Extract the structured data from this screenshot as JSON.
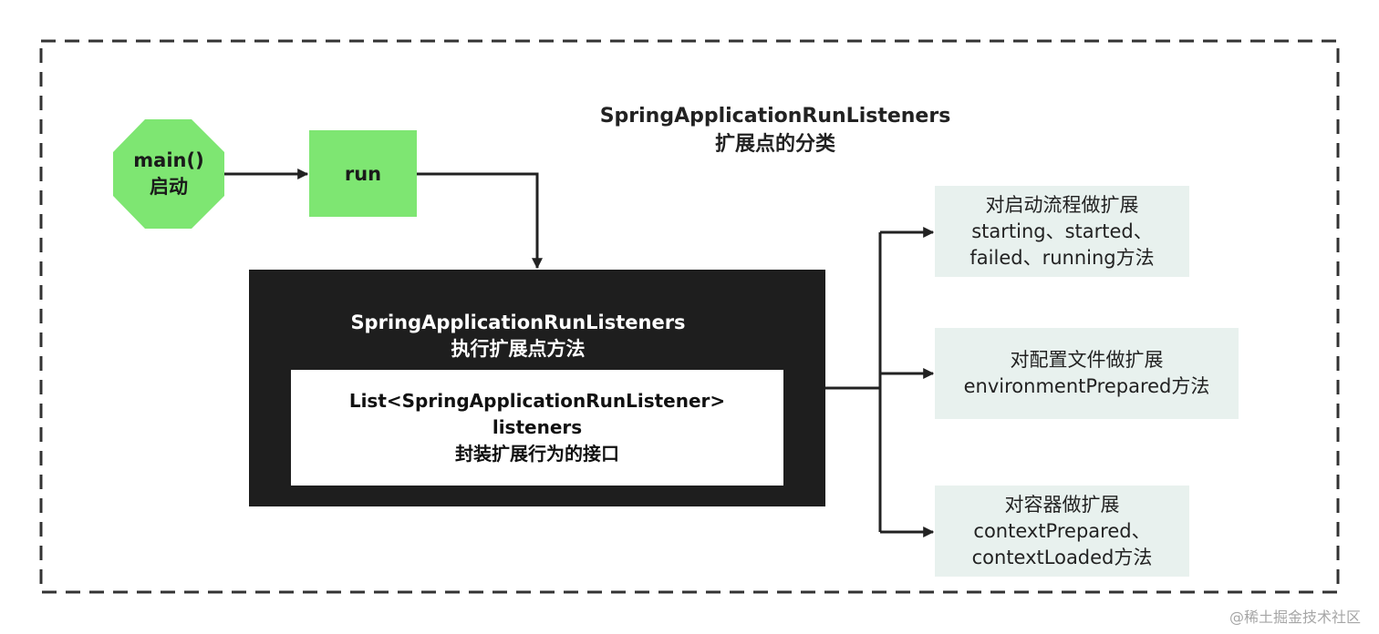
{
  "title": {
    "line1": "SpringApplicationRunListeners",
    "line2": "扩展点的分类"
  },
  "main_node": {
    "line1": "main()",
    "line2": "启动",
    "color": "#7ee672"
  },
  "run_node": {
    "label": "run",
    "color": "#7ee672"
  },
  "executor": {
    "title_line1": "SpringApplicationRunListeners",
    "title_line2": "执行扩展点方法",
    "inner_line1": "List<SpringApplicationRunListener>",
    "inner_line2": "listeners",
    "inner_line3": "封装扩展行为的接口"
  },
  "extensions": [
    {
      "line1": "对启动流程做扩展",
      "line2": "starting、started、",
      "line3": "failed、running方法"
    },
    {
      "line1": "对配置文件做扩展",
      "line2": "environmentPrepared方法"
    },
    {
      "line1": "对容器做扩展",
      "line2": "contextPrepared、",
      "line3": "contextLoaded方法"
    }
  ],
  "watermark": "@稀土掘金技术社区"
}
